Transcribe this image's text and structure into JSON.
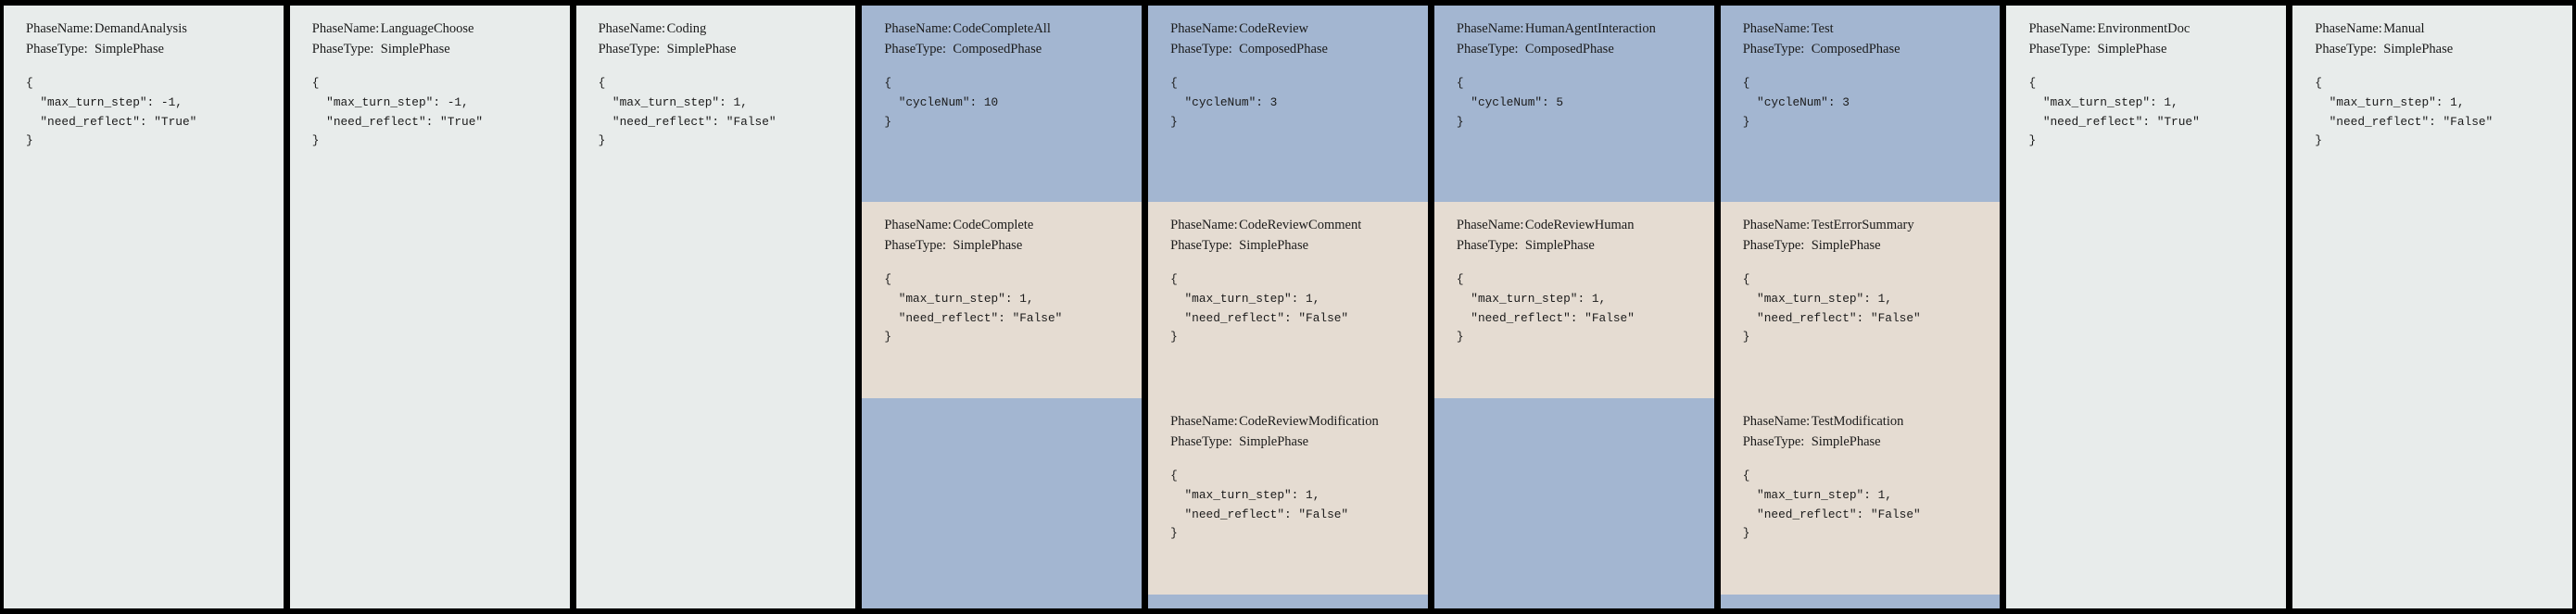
{
  "labels": {
    "phase_name_key": "PhaseName:",
    "phase_type_key": "PhaseType:"
  },
  "colors": {
    "background": "#000000",
    "simple_phase_bg": "#e8eceb",
    "composed_phase_bg": "#a3b6d1",
    "sub_phase_bg": "#e5dcd2",
    "text": "#1a1a1a"
  },
  "phases": [
    {
      "name": "DemandAnalysis",
      "type": "SimplePhase",
      "style": "simple",
      "json_lines": [
        "{",
        "  \"max_turn_step\": -1,",
        "  \"need_reflect\": \"True\"",
        "}"
      ],
      "subphases": []
    },
    {
      "name": "LanguageChoose",
      "type": "SimplePhase",
      "style": "simple",
      "json_lines": [
        "{",
        "  \"max_turn_step\": -1,",
        "  \"need_reflect\": \"True\"",
        "}"
      ],
      "subphases": []
    },
    {
      "name": "Coding",
      "type": "SimplePhase",
      "style": "simple",
      "json_lines": [
        "{",
        "  \"max_turn_step\": 1,",
        "  \"need_reflect\": \"False\"",
        "}"
      ],
      "subphases": []
    },
    {
      "name": "CodeCompleteAll",
      "type": "ComposedPhase",
      "style": "composed",
      "json_lines": [
        "{",
        "  \"cycleNum\": 10",
        "}"
      ],
      "subphases": [
        {
          "name": "CodeComplete",
          "type": "SimplePhase",
          "json_lines": [
            "{",
            "  \"max_turn_step\": 1,",
            "  \"need_reflect\": \"False\"",
            "}"
          ]
        }
      ]
    },
    {
      "name": "CodeReview",
      "type": "ComposedPhase",
      "style": "composed",
      "json_lines": [
        "{",
        "  \"cycleNum\": 3",
        "}"
      ],
      "subphases": [
        {
          "name": "CodeReviewComment",
          "type": "SimplePhase",
          "json_lines": [
            "{",
            "  \"max_turn_step\": 1,",
            "  \"need_reflect\": \"False\"",
            "}"
          ]
        },
        {
          "name": "CodeReviewModification",
          "type": "SimplePhase",
          "json_lines": [
            "{",
            "  \"max_turn_step\": 1,",
            "  \"need_reflect\": \"False\"",
            "}"
          ]
        }
      ]
    },
    {
      "name": "HumanAgentInteraction",
      "type": "ComposedPhase",
      "style": "composed",
      "json_lines": [
        "{",
        "  \"cycleNum\": 5",
        "}"
      ],
      "subphases": [
        {
          "name": "CodeReviewHuman",
          "type": "SimplePhase",
          "json_lines": [
            "{",
            "  \"max_turn_step\": 1,",
            "  \"need_reflect\": \"False\"",
            "}"
          ]
        }
      ]
    },
    {
      "name": "Test",
      "type": "ComposedPhase",
      "style": "composed",
      "json_lines": [
        "{",
        "  \"cycleNum\": 3",
        "}"
      ],
      "subphases": [
        {
          "name": "TestErrorSummary",
          "type": "SimplePhase",
          "json_lines": [
            "{",
            "  \"max_turn_step\": 1,",
            "  \"need_reflect\": \"False\"",
            "}"
          ]
        },
        {
          "name": "TestModification",
          "type": "SimplePhase",
          "json_lines": [
            "{",
            "  \"max_turn_step\": 1,",
            "  \"need_reflect\": \"False\"",
            "}"
          ]
        }
      ]
    },
    {
      "name": "EnvironmentDoc",
      "type": "SimplePhase",
      "style": "simple",
      "json_lines": [
        "{",
        "  \"max_turn_step\": 1,",
        "  \"need_reflect\": \"True\"",
        "}"
      ],
      "subphases": []
    },
    {
      "name": "Manual",
      "type": "SimplePhase",
      "style": "simple",
      "json_lines": [
        "{",
        "  \"max_turn_step\": 1,",
        "  \"need_reflect\": \"False\"",
        "}"
      ],
      "subphases": []
    }
  ]
}
